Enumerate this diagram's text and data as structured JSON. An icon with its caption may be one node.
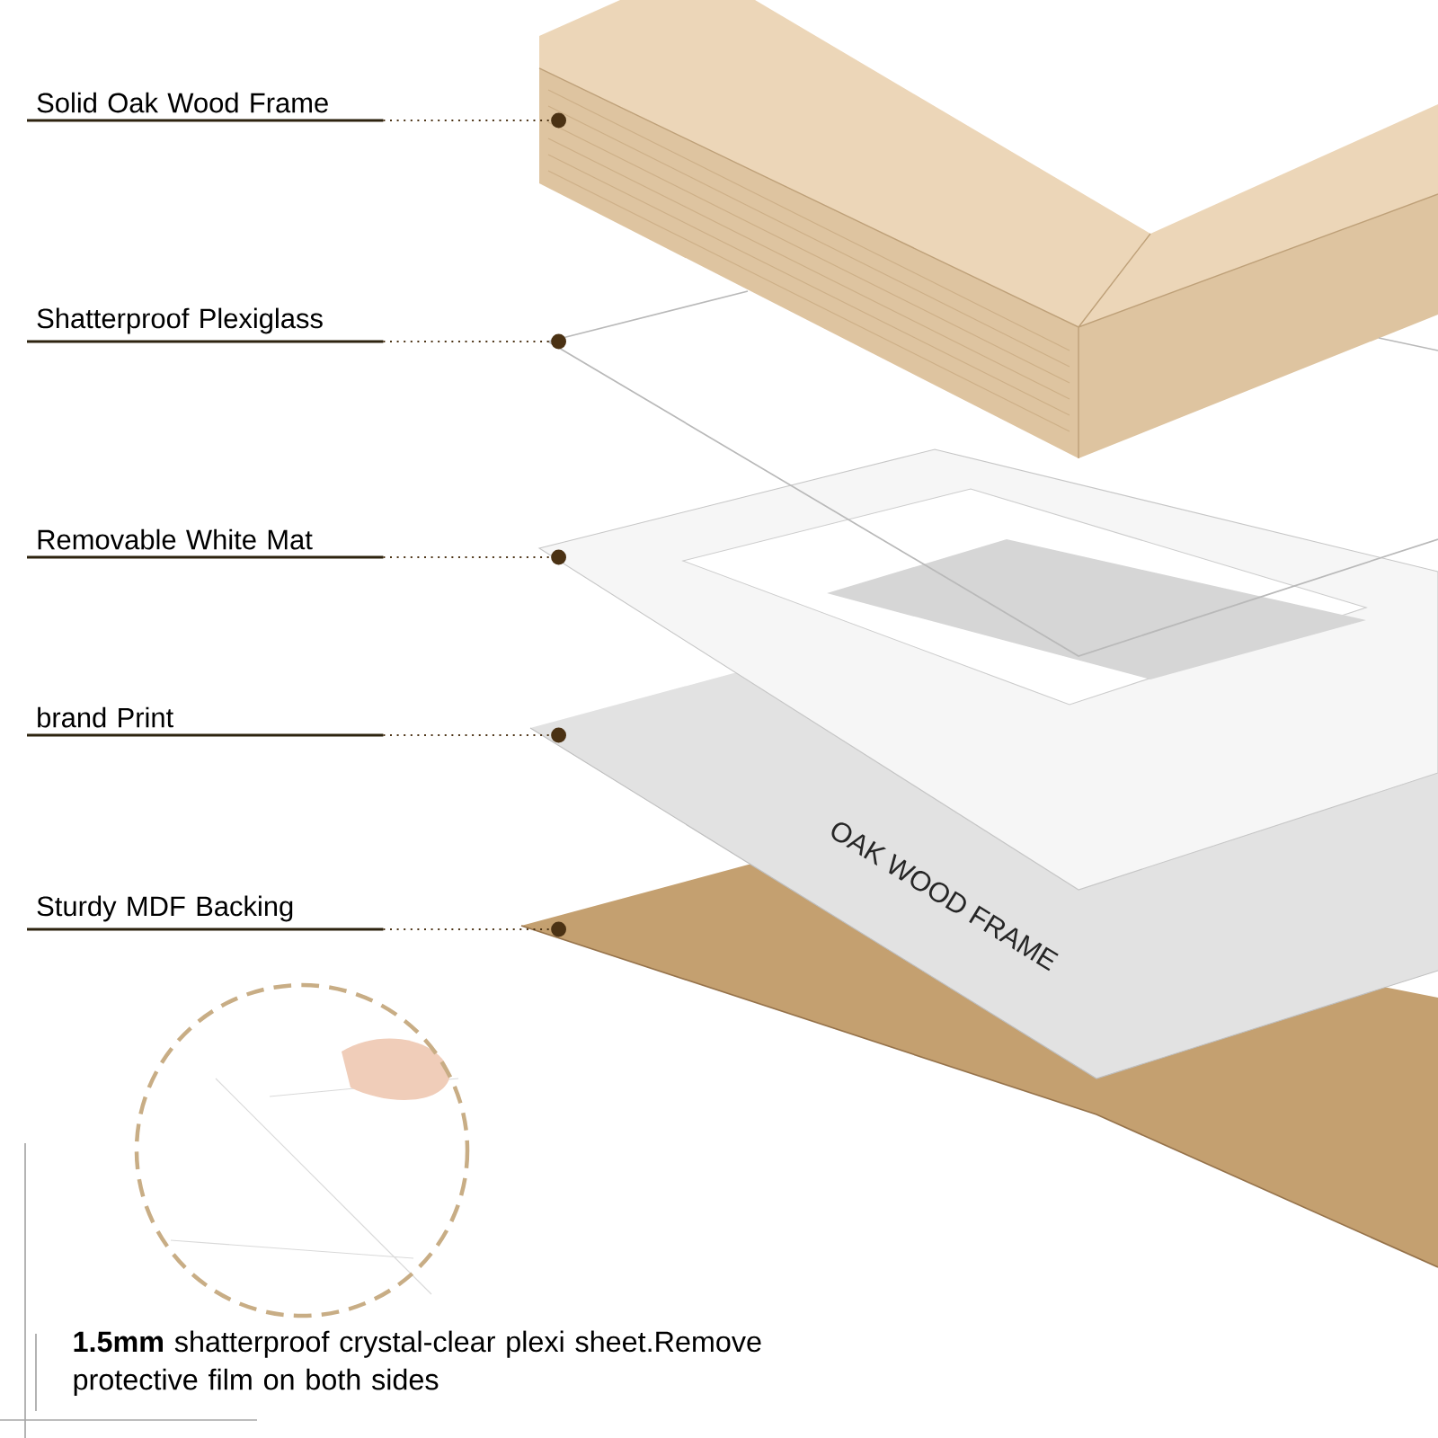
{
  "diagram": {
    "caption": "**1.5mm** shatterproof crystal-clear plexi sheet.Remove protective film on both sides",
    "nodes": [
      {
        "text": [
          "Solid Oak Wood Frame"
        ]
      },
      {
        "text": [
          "Shatterproof Plexiglass"
        ]
      },
      {
        "text": [
          "Removable White Mat"
        ]
      },
      {
        "text": [
          "brand Print"
        ]
      },
      {
        "text": [
          "Sturdy MDF Backing"
        ]
      },
      {
        "text": [],
        "shape": "picture"
      },
      {
        "text": [],
        "shape": "picture"
      },
      {
        "text": [],
        "shape": "picture"
      },
      {
        "text": [],
        "shape": "picture"
      },
      {
        "text": [],
        "shape": "picture"
      }
    ],
    "edges": [
      {
        "from": 0,
        "to": 5,
        "arrow": "other"
      },
      {
        "from": 1,
        "to": 6,
        "arrow": "other"
      },
      {
        "from": 2,
        "to": 7,
        "arrow": "other"
      },
      {
        "from": 3,
        "to": 8,
        "arrow": "other"
      },
      {
        "from": 4,
        "to": 9,
        "arrow": "other"
      }
    ],
    "labels": [
      "OAK WOOD FRAME"
    ]
  }
}
